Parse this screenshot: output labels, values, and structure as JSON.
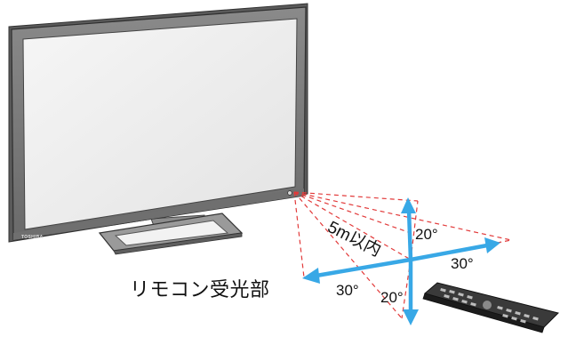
{
  "tv": {
    "brand_text": "TOSHIBA"
  },
  "labels": {
    "sensor": "リモコン受光部",
    "distance": "5m以内",
    "angle_up": "20°",
    "angle_right": "30°",
    "angle_left": "30°",
    "angle_down": "20°"
  },
  "colors": {
    "arrow": "#38a8e6",
    "dashed_line": "#e23b3b",
    "tv_frame": "#7b7b7b",
    "tv_screen": "#eeeeee"
  }
}
